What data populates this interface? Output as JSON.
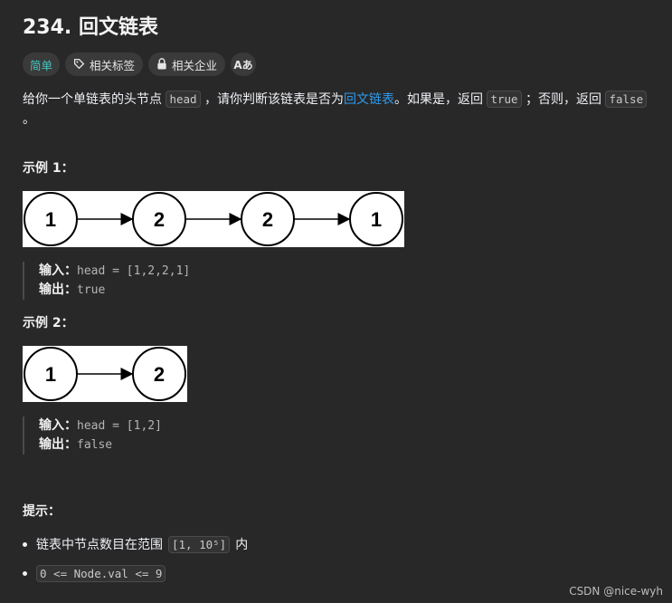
{
  "title": "234. 回文链表",
  "tags": {
    "difficulty": "简单",
    "related_tags": "相关标签",
    "related_companies": "相关企业",
    "lang": "Aあ"
  },
  "description": {
    "p1": "给你一个单链表的头节点",
    "head_code": "head",
    "p2": "，请你判断该链表是否为",
    "link": "回文链表",
    "p3": "。如果是，返回",
    "true_code": "true",
    "p4": "；否则，返回",
    "false_code": "false",
    "p5": "。"
  },
  "example1": {
    "title": "示例 1：",
    "nodes": [
      "1",
      "2",
      "2",
      "1"
    ],
    "input_label": "输入：",
    "input_value": "head = [1,2,2,1]",
    "output_label": "输出：",
    "output_value": "true"
  },
  "example2": {
    "title": "示例 2：",
    "nodes": [
      "1",
      "2"
    ],
    "input_label": "输入：",
    "input_value": "head = [1,2]",
    "output_label": "输出：",
    "output_value": "false"
  },
  "hints": {
    "title": "提示：",
    "item1_text": "链表中节点数目在范围",
    "item1_code": "[1, 10⁵]",
    "item1_tail": "内",
    "item2_code": "0 <= Node.val <= 9"
  },
  "watermark": "CSDN @nice-wyh"
}
